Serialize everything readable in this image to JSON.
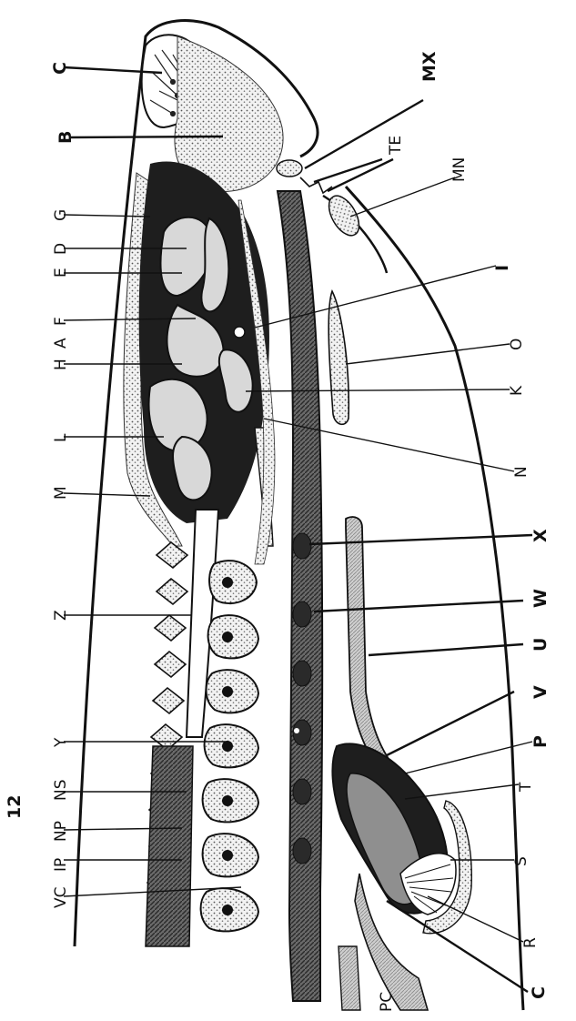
{
  "figure": {
    "header_fragment": "12",
    "labels": {
      "C": "C",
      "B": "B",
      "G": "G",
      "D": "D",
      "E": "E",
      "F": "F",
      "A": "A",
      "H": "H",
      "L": "L",
      "M": "M",
      "Z": "Z",
      "Y": "Y",
      "NS": "NS",
      "NP": "NP",
      "IP": "IP",
      "VC": "VC",
      "MX": "MX",
      "TE": "TE",
      "MN": "MN",
      "I": "I",
      "O": "O",
      "K": "K",
      "N": "N",
      "X": "X",
      "W": "W",
      "U": "U",
      "V": "V",
      "P": "P",
      "T": "T",
      "S": "S",
      "R": "R",
      "Q": "C",
      "PC": "PC"
    }
  },
  "colors": {
    "ink": "#111111",
    "stipple": "#8a8a8a",
    "dark_cavity": "#1e1e1e",
    "brain_fill": "#d8d8d8",
    "cord_fill": "#5a5a5a"
  }
}
